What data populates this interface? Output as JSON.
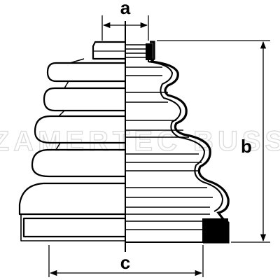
{
  "dimensions": {
    "a": "a",
    "b": "b",
    "c": "c"
  },
  "watermark": "ZAMERTEC BUSS",
  "colors": {
    "line": "#000000",
    "background": "#ffffff",
    "watermark": "#d8d8d8"
  }
}
